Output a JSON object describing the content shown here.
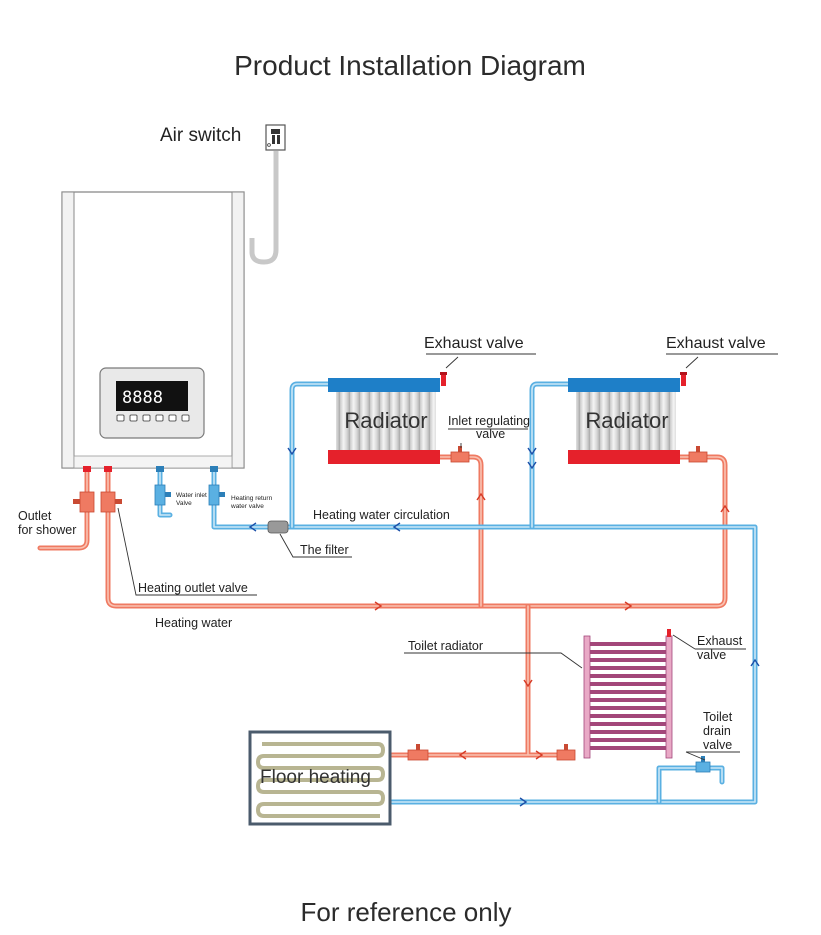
{
  "title": "Product Installation Diagram",
  "footer": "For reference only",
  "labels": {
    "air_switch": "Air switch",
    "exhaust_valve_1": "Exhaust valve",
    "exhaust_valve_2": "Exhaust valve",
    "radiator_1": "Radiator",
    "radiator_2": "Radiator",
    "inlet_regulating_1": "Inlet regulating",
    "inlet_regulating_2": "valve",
    "outlet_shower_1": "Outlet",
    "outlet_shower_2": "for shower",
    "water_inlet_1": "Water inlet",
    "water_inlet_2": "Valve",
    "heating_return_1": "Heating return",
    "heating_return_2": "water valve",
    "heating_water_circulation": "Heating water circulation",
    "the_filter": "The filter",
    "heating_outlet_valve": "Heating outlet valve",
    "heating_water": "Heating water",
    "toilet_radiator": "Toilet radiator",
    "exhaust_valve_3a": "Exhaust",
    "exhaust_valve_3b": "valve",
    "toilet_drain_1": "Toilet",
    "toilet_drain_2": "drain",
    "toilet_drain_3": "valve",
    "floor_heating": "Floor heating"
  },
  "colors": {
    "hot_pipe": "#ef7a62",
    "cold_pipe": "#5ab0e2",
    "radiator_top": "#1e7fc8",
    "radiator_bottom": "#e5212b",
    "toilet_radiator": "#a3477a"
  }
}
